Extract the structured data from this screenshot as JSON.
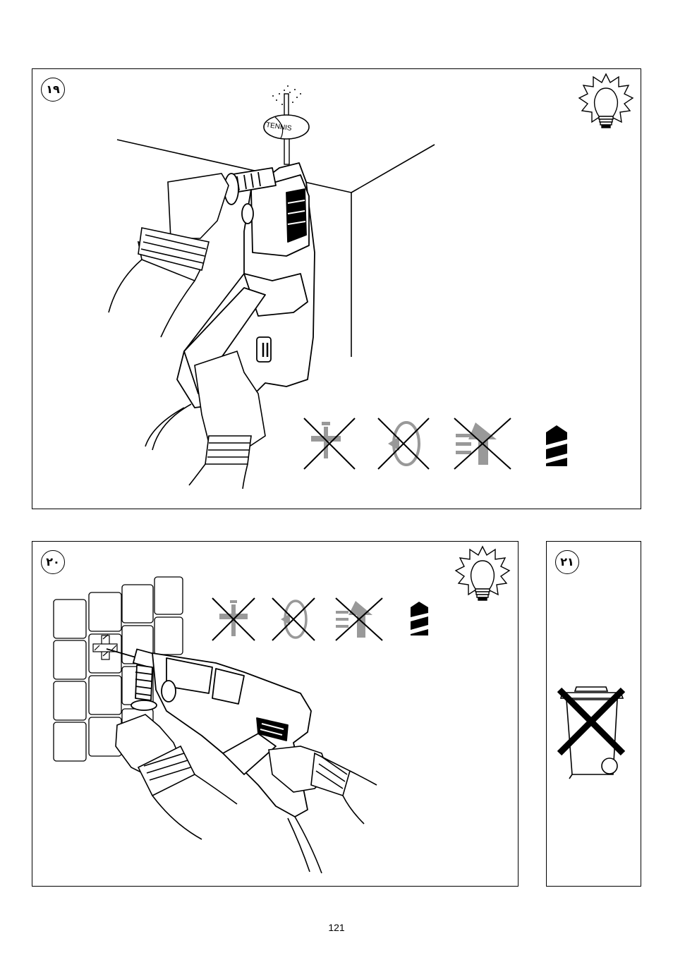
{
  "panels": {
    "p19": {
      "number": "١٩",
      "ball_label": "TENNIS",
      "mode_icons": [
        "no-hammer-icon",
        "no-rotation-icon",
        "no-hammer-drill-icon"
      ],
      "speed_icon": "speed-max-icon",
      "light_icon": "lightbulb-icon"
    },
    "p20": {
      "number": "٢٠",
      "mode_icons": [
        "no-hammer-icon",
        "no-rotation-icon",
        "no-hammer-drill-icon"
      ],
      "speed_icon": "speed-max-icon",
      "light_icon": "lightbulb-icon"
    },
    "p21": {
      "number": "٢١",
      "disposal_icon": "crossed-out-wheelie-bin-icon"
    }
  },
  "footer": {
    "page_number": "121"
  }
}
